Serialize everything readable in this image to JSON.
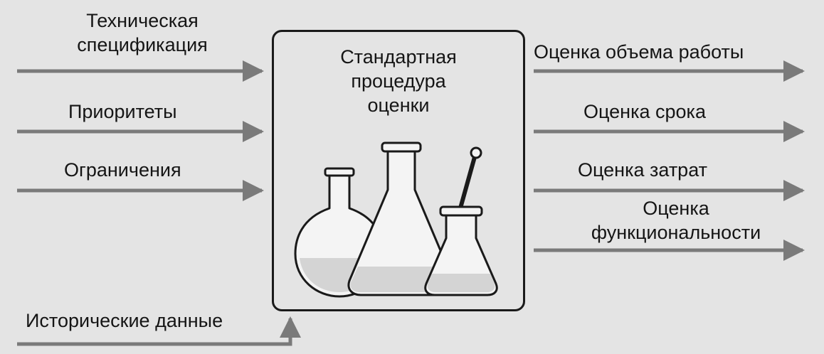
{
  "inputs": [
    {
      "lines": [
        "Техническая",
        "спецификация"
      ]
    },
    {
      "lines": [
        "Приоритеты"
      ]
    },
    {
      "lines": [
        "Ограничения"
      ]
    }
  ],
  "historical": {
    "label": "Исторические данные"
  },
  "procedure": {
    "lines": [
      "Стандартная",
      "процедура",
      "оценки"
    ]
  },
  "outputs": [
    {
      "lines": [
        "Оценка объема работы"
      ]
    },
    {
      "lines": [
        "Оценка срока"
      ]
    },
    {
      "lines": [
        "Оценка затрат"
      ]
    },
    {
      "lines": [
        "Оценка",
        "функциональности"
      ]
    }
  ],
  "colors": {
    "background": "#e4e4e4",
    "ink": "#1a1a1a",
    "arrow": "#7a7a7a"
  },
  "icons": [
    "round-bottom-flask-icon",
    "erlenmeyer-flask-icon",
    "conical-flask-with-stirring-rod-icon"
  ]
}
